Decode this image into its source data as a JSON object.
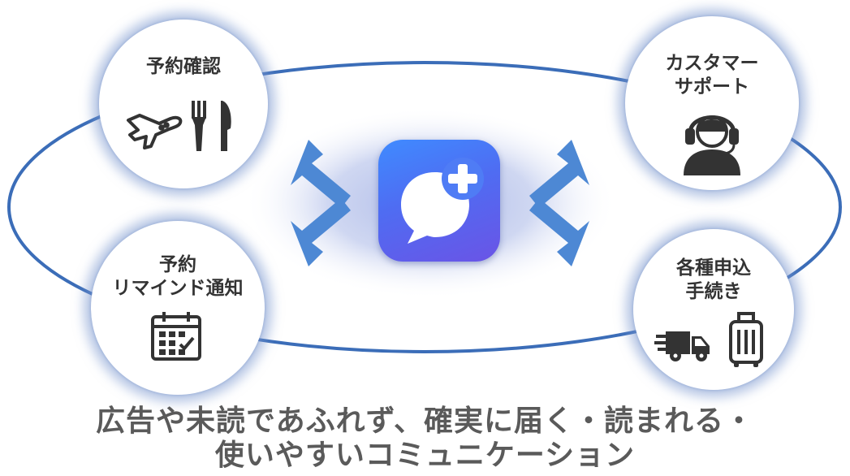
{
  "nodes": {
    "reservation_confirm": {
      "label": "予約確認",
      "icons": [
        "airplane-icon",
        "fork-knife-icon"
      ]
    },
    "customer_support": {
      "label": "カスタマー\nサポート",
      "icons": [
        "headset-operator-icon"
      ]
    },
    "reservation_reminder": {
      "label": "予約\nリマインド通知",
      "icons": [
        "calendar-icon"
      ]
    },
    "applications": {
      "label": "各種申込\n手続き",
      "icons": [
        "delivery-truck-icon",
        "suitcase-icon"
      ]
    }
  },
  "center": {
    "icon": "chat-plus-app-icon"
  },
  "caption": {
    "line1": "広告や未読であふれず、確実に届く・読まれる・",
    "line2": "使いやすいコミュニケーション"
  },
  "colors": {
    "orbit": "#3b6db8",
    "arrow": "#4d88d4",
    "glow": "#bdc8ea",
    "app_gradient_start": "#3f8bff",
    "app_gradient_end": "#6a54e6",
    "icon": "#333333",
    "caption": "#5a5a5a"
  }
}
